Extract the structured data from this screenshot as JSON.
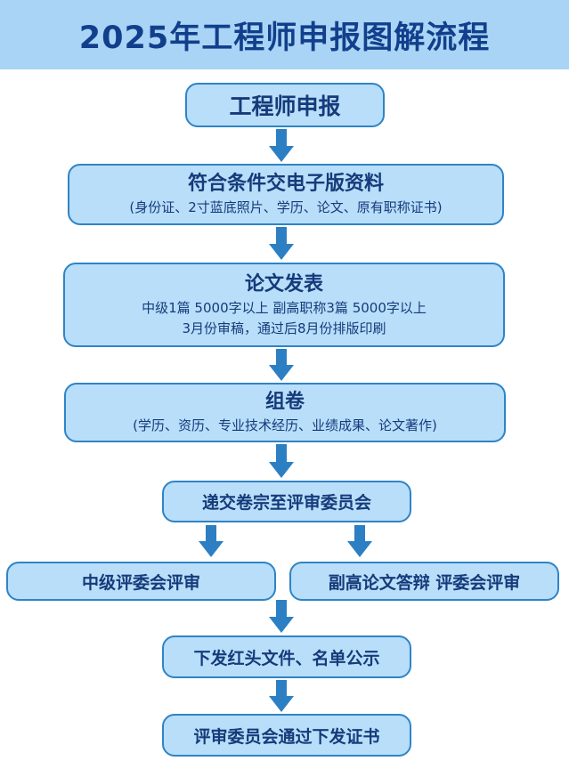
{
  "title": "2025年工程师申报图解流程",
  "steps": {
    "s1": {
      "label": "工程师申报"
    },
    "s2": {
      "label": "符合条件交电子版资料",
      "sub": "(身份证、2寸蓝底照片、学历、论文、原有职称证书)"
    },
    "s3": {
      "label": "论文发表",
      "sub1": "中级1篇 5000字以上  副高职称3篇 5000字以上",
      "sub2": "3月份审稿，通过后8月份排版印刷"
    },
    "s4": {
      "label": "组卷",
      "sub": "(学历、资历、专业技术经历、业绩成果、论文著作)"
    },
    "s5": {
      "label": "递交卷宗至评审委员会"
    },
    "s6a": {
      "label": "中级评委会评审"
    },
    "s6b": {
      "label": "副高论文答辩 评委会评审"
    },
    "s7": {
      "label": "下发红头文件、名单公示"
    },
    "s8": {
      "label": "评审委员会通过下发证书"
    }
  },
  "colors": {
    "header_bg": "#a9d4f5",
    "title": "#123f8c",
    "box_fill": "#b9defa",
    "box_border": "#2e84c6",
    "arrow": "#2c7fc3",
    "text": "#153b7a"
  }
}
